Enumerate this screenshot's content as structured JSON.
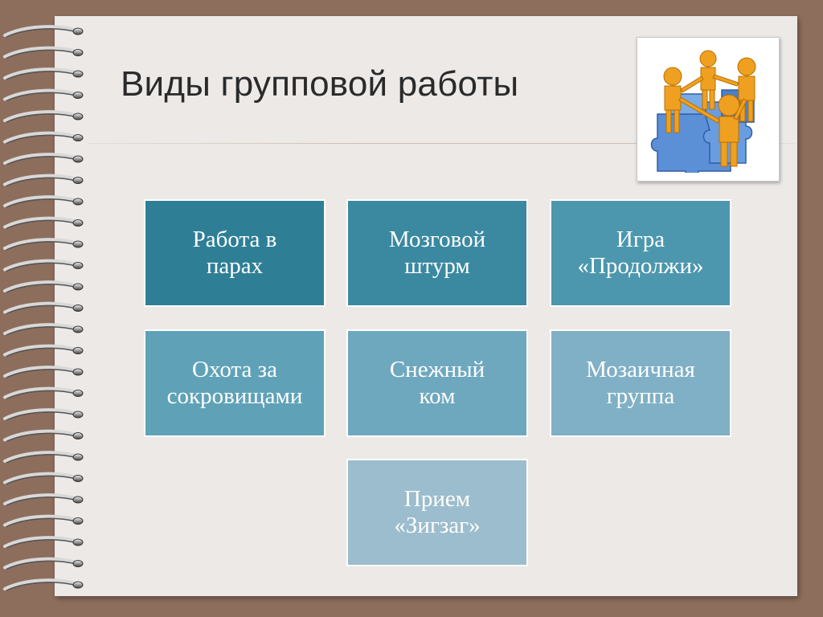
{
  "title": "Виды групповой работы",
  "boxes": [
    {
      "label": "Работа в\nпарах",
      "color": "#2e7f96"
    },
    {
      "label": "Мозговой\nштурм",
      "color": "#3a89a0"
    },
    {
      "label": "Игра\n«Продолжи»",
      "color": "#4c97ad"
    },
    {
      "label": "Охота за\nсокровищами",
      "color": "#5fa2b8"
    },
    {
      "label": "Снежный\nком",
      "color": "#6ea8bf"
    },
    {
      "label": "Мозаичная\nгруппа",
      "color": "#80b0c5"
    },
    {
      "label": "Прием\n«Зигзаг»",
      "color": "#9cbdcd"
    }
  ],
  "illustration": {
    "icon": "teamwork-people-puzzle-icon"
  }
}
